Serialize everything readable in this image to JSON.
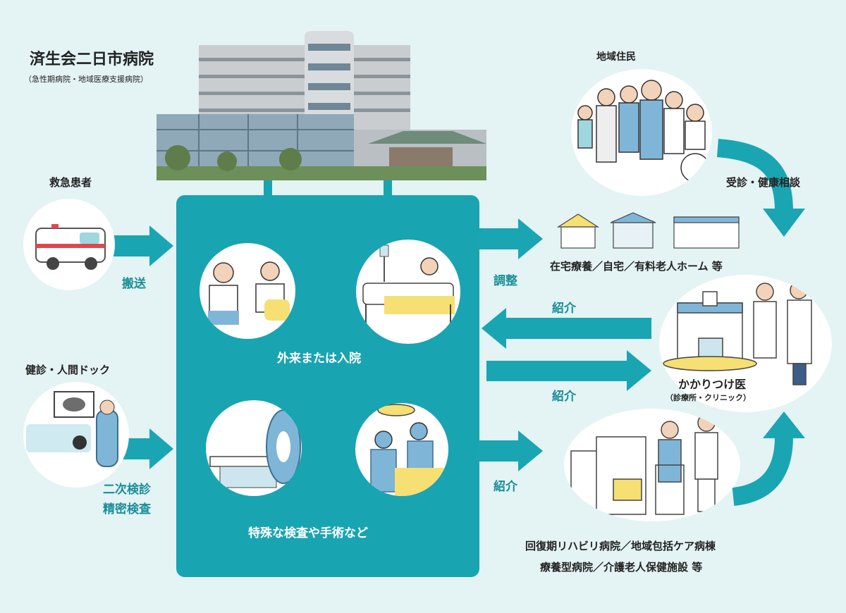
{
  "hospital": {
    "name": "済生会二日市病院",
    "subtitle": "（急性期病院・地域医療支援病院）"
  },
  "left": {
    "emergency_label": "救急患者",
    "transport_label": "搬送",
    "checkup_label": "健診・人間ドック",
    "secondary_exam_line1": "二次検診",
    "secondary_exam_line2": "精密検査"
  },
  "center": {
    "outpatient_label": "外来または入院",
    "special_label": "特殊な検査や手術など"
  },
  "right": {
    "residents_label": "地域住民",
    "consult_label": "受診・健康相談",
    "coordinate_label": "調整",
    "home_care_label": "在宅療養／自宅／有料老人ホーム 等",
    "referral_in_label": "紹介",
    "referral_out_label": "紹介",
    "family_doctor_label": "かかりつけ医",
    "family_doctor_sub": "（診療所・クリニック）",
    "rehab_referral_label": "紹介",
    "rehab_line1": "回復期リハビリ病院／地域包括ケア病棟",
    "rehab_line2": "療養型病院／介護老人保健施設 等"
  },
  "colors": {
    "background": "#e4f3f4",
    "teal_panel": "#19a4b2",
    "teal_arrow": "#1aa5b3",
    "teal_text": "#1a8f99",
    "accent_yellow": "#f6df73"
  }
}
